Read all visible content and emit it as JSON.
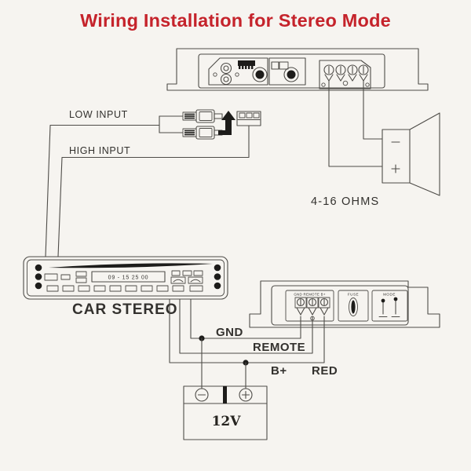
{
  "title": "Wiring Installation for Stereo Mode",
  "colors": {
    "title": "#c5232b",
    "line": "#4e4c48",
    "ink": "#33312e",
    "background": "#f6f4f0"
  },
  "inputs": {
    "low_label": "LOW INPUT",
    "high_label": "HIGH INPUT"
  },
  "speaker": {
    "impedance_label": "4-16 OHMS"
  },
  "car_stereo": {
    "label": "CAR STEREO",
    "display_text": "09 - 15 25 00"
  },
  "amplifier_power_panel": {
    "terminal_block_label": "GND REMOTE B+",
    "fuse_label": "FUSE",
    "mode_label": "MODE"
  },
  "power_wiring": {
    "gnd_label": "GND",
    "remote_label": "REMOTE",
    "b_plus_label": "B+",
    "red_label": "RED"
  },
  "battery": {
    "voltage_label": "12V"
  }
}
